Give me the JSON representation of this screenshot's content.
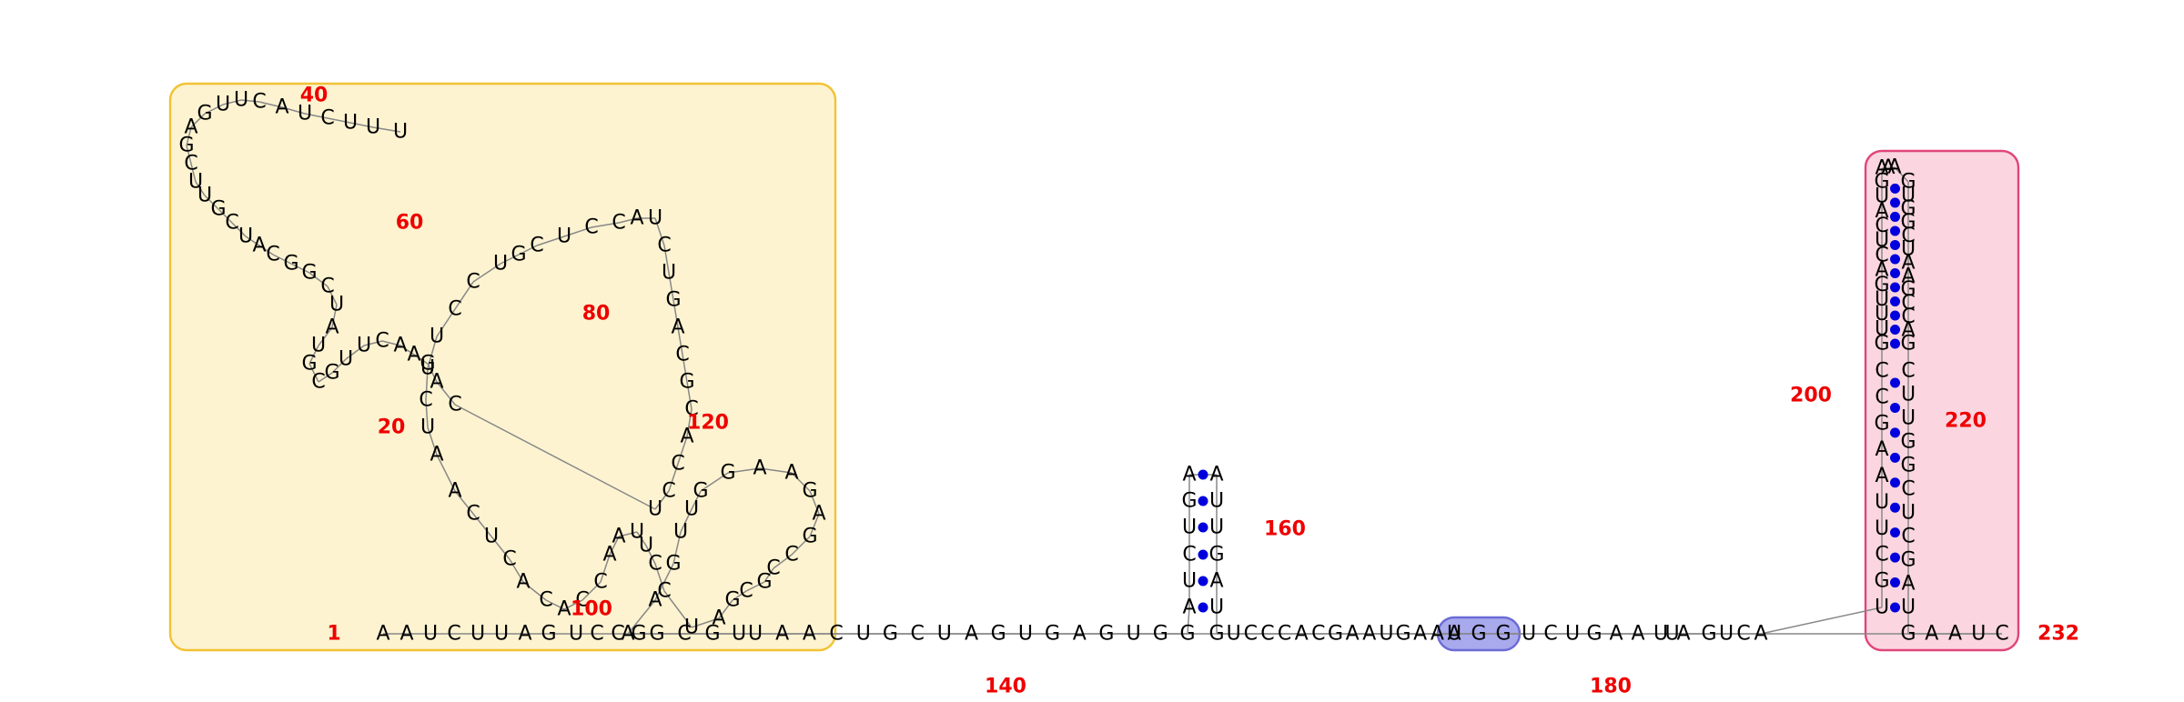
{
  "sequence": "AAUCUUAGUCCGGCGUUAACUGCUAGUGAGUGGAUCUGAAUUGAUGUCCCACGAAUGAAUAGGUCUGAAUUAGUCAUGCUUAAGCCGUUUGACUCAUGAAAGUGGCUAAGCCAGCUUGGCUCGAUGAAUCAAGUUGGAAGAGCCGCGAUCCUUAACCACACUCAAUCUUCCUGCUCCAUCUGACGCACCUCAGAACUUGCGUAUCGGCAUCGUUCGAGUUCAUCUUU",
  "length": 232,
  "position_labels": [
    "1",
    "20",
    "40",
    "60",
    "80",
    "100",
    "120",
    "140",
    "160",
    "180",
    "200",
    "220",
    "232"
  ],
  "colors": {
    "nucleotide": "#000000",
    "base_pair_dot": "#0000dd",
    "position_label": "#ee0000",
    "backbone_link": "#888888",
    "highlight_yellow_fill": "#fdf3d0",
    "highlight_yellow_stroke": "#f2c233",
    "highlight_blue_fill": "#a9a9ee",
    "highlight_blue_stroke": "#6b6bd6",
    "highlight_pink_fill": "#fbd6e0",
    "highlight_pink_stroke": "#e0457a"
  },
  "highlighted_regions": [
    {
      "name": "yellow-domain",
      "color": "yellow"
    },
    {
      "name": "blue-motif",
      "color": "blue"
    },
    {
      "name": "pink-hairpin",
      "color": "pink"
    }
  ]
}
